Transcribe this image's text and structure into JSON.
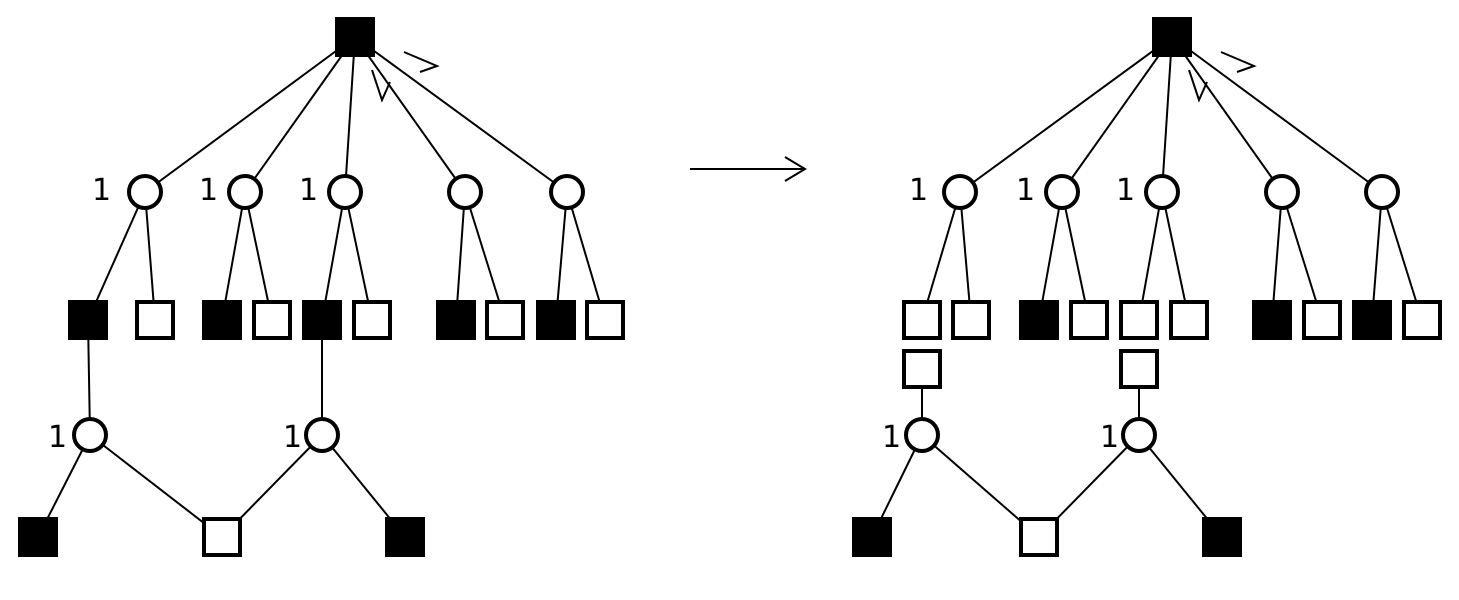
{
  "colors": {
    "ink": "#000000",
    "paper": "#ffffff"
  },
  "labels": {
    "left_l1_a": "1",
    "left_l1_b": "1",
    "left_l1_c": "1",
    "left_l3_a": "1",
    "left_l3_b": "1",
    "right_l1_a": "1",
    "right_l1_b": "1",
    "right_l1_c": "1",
    "right_l3_a": "1",
    "right_l3_b": "1"
  }
}
